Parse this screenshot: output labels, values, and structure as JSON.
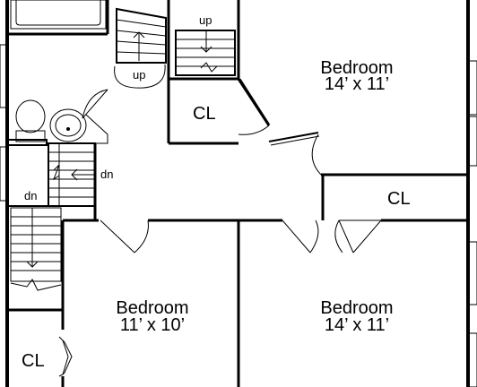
{
  "rooms": {
    "bedroom_ne": {
      "name": "Bedroom",
      "size": "14’ x 11’"
    },
    "bedroom_sw": {
      "name": "Bedroom",
      "size": "11’ x 10’"
    },
    "bedroom_se": {
      "name": "Bedroom",
      "size": "14’ x 11’"
    }
  },
  "closets": {
    "cl_top": "CL",
    "cl_right": "CL",
    "cl_bottom_left": "CL"
  },
  "stairs": {
    "up_upper": "up",
    "up_lower": "up",
    "dn_right": "dn",
    "dn_left": "dn"
  }
}
